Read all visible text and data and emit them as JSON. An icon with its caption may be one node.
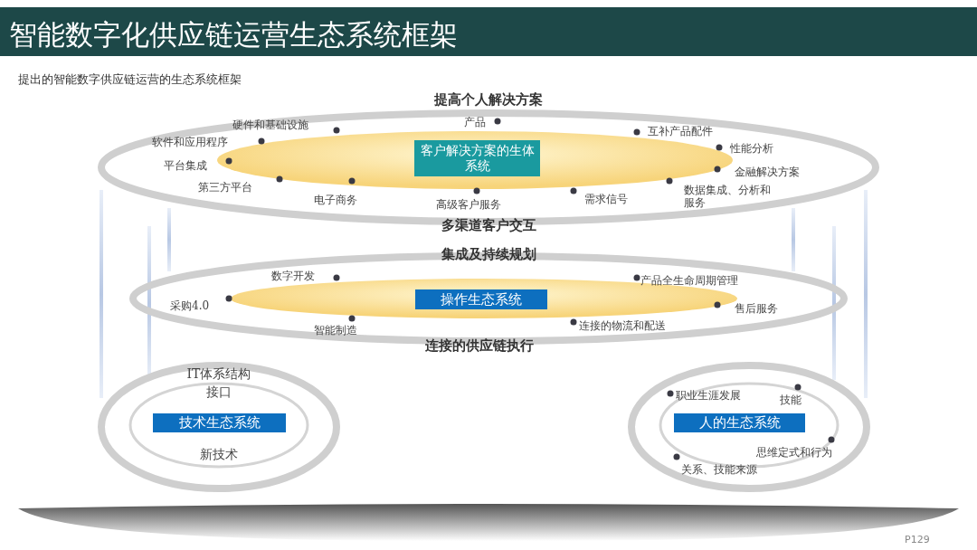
{
  "diagram": {
    "title": "智能数字化供应链运营生态系统框架",
    "nodes": [
      {
        "text": [
          "客户解决方案的生体系统"
        ]
      },
      {
        "text": [
          "操作生态系统"
        ]
      },
      {
        "text": [
          "技术生态系统"
        ]
      },
      {
        "text": [
          "人的生态系统"
        ]
      }
    ],
    "labels": [
      "提出的智能数字供应链运营的生态系统框架",
      "提高个人解决方案",
      "硬件和基础设施",
      "产品",
      "互补产品配件",
      "软件和应用程序",
      "性能分析",
      "平台集成",
      "金融解决方案",
      "第三方平台",
      "电子商务",
      "高级客户服务",
      "需求信号",
      "数据集成、分析和服务",
      "多渠道客户交互",
      "集成及持续规划",
      "数字开发",
      "产品全生命周期管理",
      "采购4.0",
      "售后服务",
      "智能制造",
      "连接的物流和配送",
      "连接的供应链执行",
      "IT体系结构",
      "接口",
      "新技术",
      "职业生涯发展",
      "技能",
      "思维定式和行为",
      "关系、技能来源",
      "P129"
    ]
  }
}
